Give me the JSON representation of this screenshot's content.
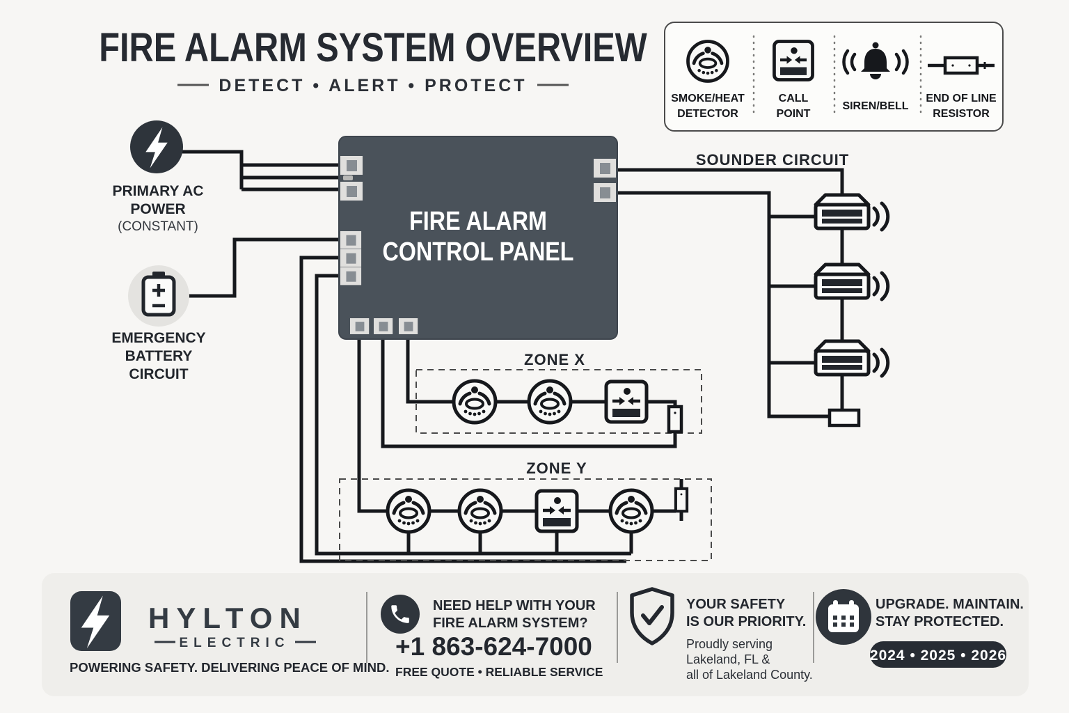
{
  "colors": {
    "ink": "#16181c",
    "panel": "#4a525a",
    "background": "#f7f6f4",
    "footer_bar": "#efeeeb",
    "icon_dark": "#2f353c",
    "battery_circle": "#e4e3e0",
    "years_pill": "#272c33",
    "white": "#ffffff"
  },
  "header": {
    "title": "FIRE ALARM SYSTEM OVERVIEW",
    "subtitle": "DETECT • ALERT • PROTECT"
  },
  "legend": {
    "items": [
      {
        "icon": "smoke-heat-detector-icon",
        "line1": "SMOKE/HEAT",
        "line2": "DETECTOR"
      },
      {
        "icon": "call-point-icon",
        "line1": "CALL",
        "line2": "POINT"
      },
      {
        "icon": "siren-bell-icon",
        "line1": "SIREN/BELL",
        "line2": ""
      },
      {
        "icon": "end-of-line-resistor-icon",
        "line1": "END OF LINE",
        "line2": "RESISTOR"
      }
    ]
  },
  "diagram": {
    "primary_power": {
      "icon": "lightning-icon",
      "line1": "PRIMARY AC",
      "line2": "POWER",
      "line3": "(CONSTANT)"
    },
    "battery": {
      "icon": "battery-icon",
      "line1": "EMERGENCY",
      "line2": "BATTERY",
      "line3": "CIRCUIT"
    },
    "panel": {
      "line1": "FIRE ALARM",
      "line2": "CONTROL PANEL"
    },
    "sounder_circuit_label": "SOUNDER CIRCUIT",
    "zone_x_label": "ZONE X",
    "zone_y_label": "ZONE Y"
  },
  "footer": {
    "brand": {
      "icon": "lightning-icon",
      "name": "HYLTON",
      "sub": "ELECTRIC",
      "tagline": "POWERING SAFETY. DELIVERING PEACE OF MIND."
    },
    "help": {
      "icon": "phone-icon",
      "line1": "NEED HELP WITH YOUR",
      "line2": "FIRE ALARM SYSTEM?",
      "phone": "+1 863-624-7000",
      "services": "FREE QUOTE  •  RELIABLE SERVICE"
    },
    "safety": {
      "icon": "shield-check-icon",
      "line1": "YOUR SAFETY",
      "line2": "IS OUR PRIORITY.",
      "sub1": "Proudly serving",
      "sub2": "Lakeland, FL &",
      "sub3": "all of Lakeland County."
    },
    "maintain": {
      "icon": "calendar-icon",
      "line1": "UPGRADE. MAINTAIN.",
      "line2": "STAY PROTECTED.",
      "years": "2024 • 2025 • 2026"
    }
  }
}
